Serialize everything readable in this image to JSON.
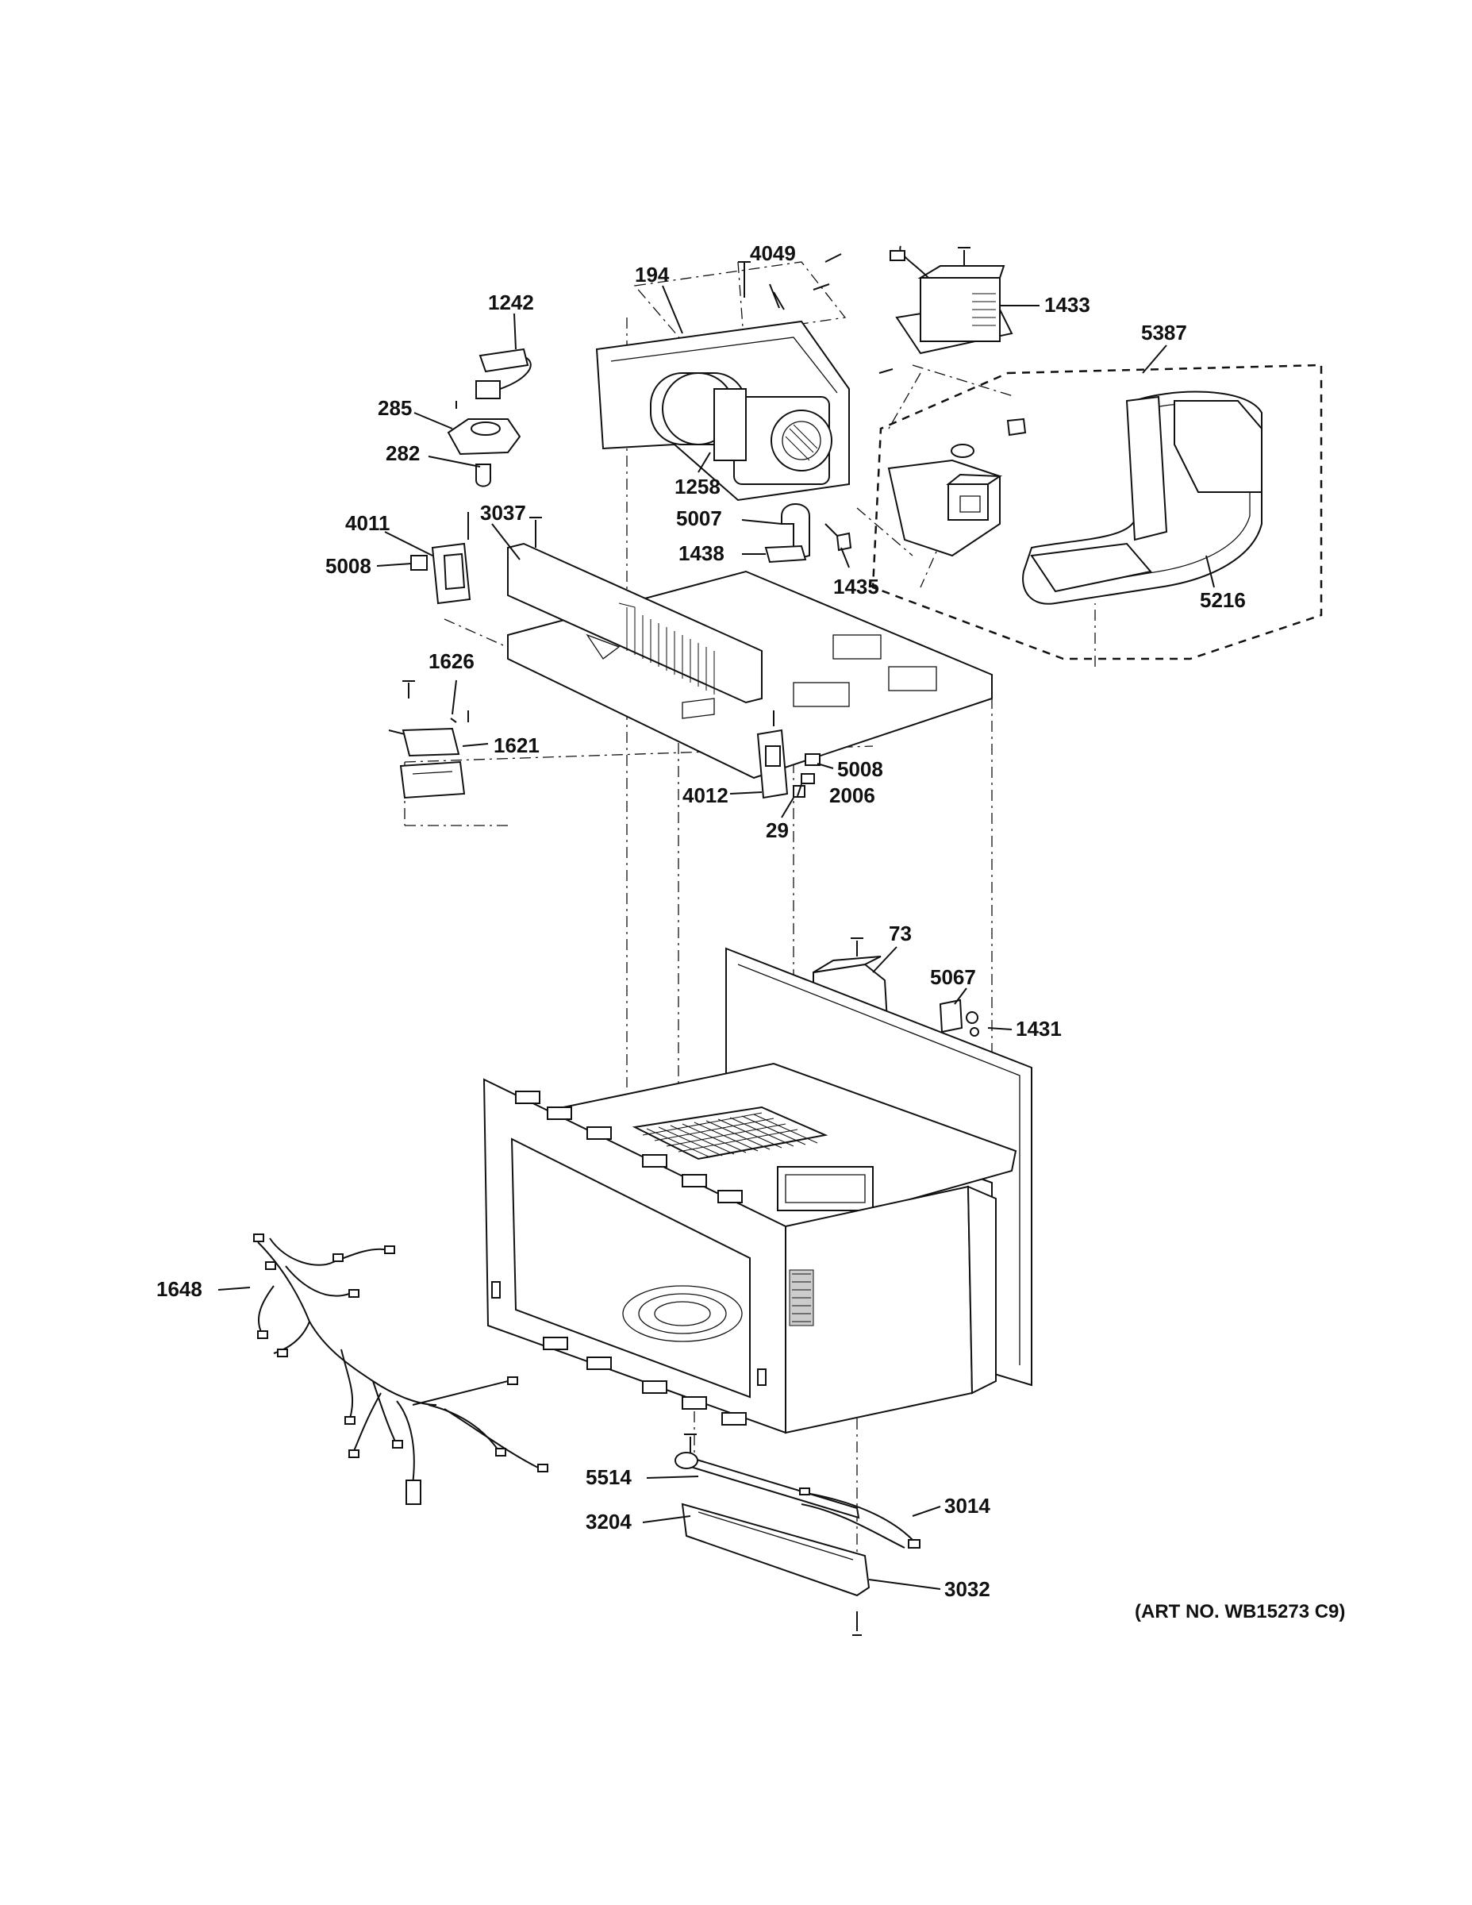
{
  "diagram": {
    "art_number": "(ART NO. WB15273 C9)",
    "callouts": [
      {
        "id": "c4049",
        "label": "4049"
      },
      {
        "id": "c194",
        "label": "194"
      },
      {
        "id": "c1242",
        "label": "1242"
      },
      {
        "id": "c1433",
        "label": "1433"
      },
      {
        "id": "c5387",
        "label": "5387"
      },
      {
        "id": "c285",
        "label": "285"
      },
      {
        "id": "c282",
        "label": "282"
      },
      {
        "id": "c1258",
        "label": "1258"
      },
      {
        "id": "c4011",
        "label": "4011"
      },
      {
        "id": "c3037",
        "label": "3037"
      },
      {
        "id": "c5007",
        "label": "5007"
      },
      {
        "id": "c1438",
        "label": "1438"
      },
      {
        "id": "c5008a",
        "label": "5008"
      },
      {
        "id": "c1435",
        "label": "1435"
      },
      {
        "id": "c5216",
        "label": "5216"
      },
      {
        "id": "c1626",
        "label": "1626"
      },
      {
        "id": "c1621",
        "label": "1621"
      },
      {
        "id": "c5008b",
        "label": "5008"
      },
      {
        "id": "c4012",
        "label": "4012"
      },
      {
        "id": "c2006",
        "label": "2006"
      },
      {
        "id": "c29",
        "label": "29"
      },
      {
        "id": "c73",
        "label": "73"
      },
      {
        "id": "c5067",
        "label": "5067"
      },
      {
        "id": "c1431",
        "label": "1431"
      },
      {
        "id": "c1648",
        "label": "1648"
      },
      {
        "id": "c5514",
        "label": "5514"
      },
      {
        "id": "c3014",
        "label": "3014"
      },
      {
        "id": "c3204",
        "label": "3204"
      },
      {
        "id": "c3032",
        "label": "3032"
      }
    ]
  }
}
